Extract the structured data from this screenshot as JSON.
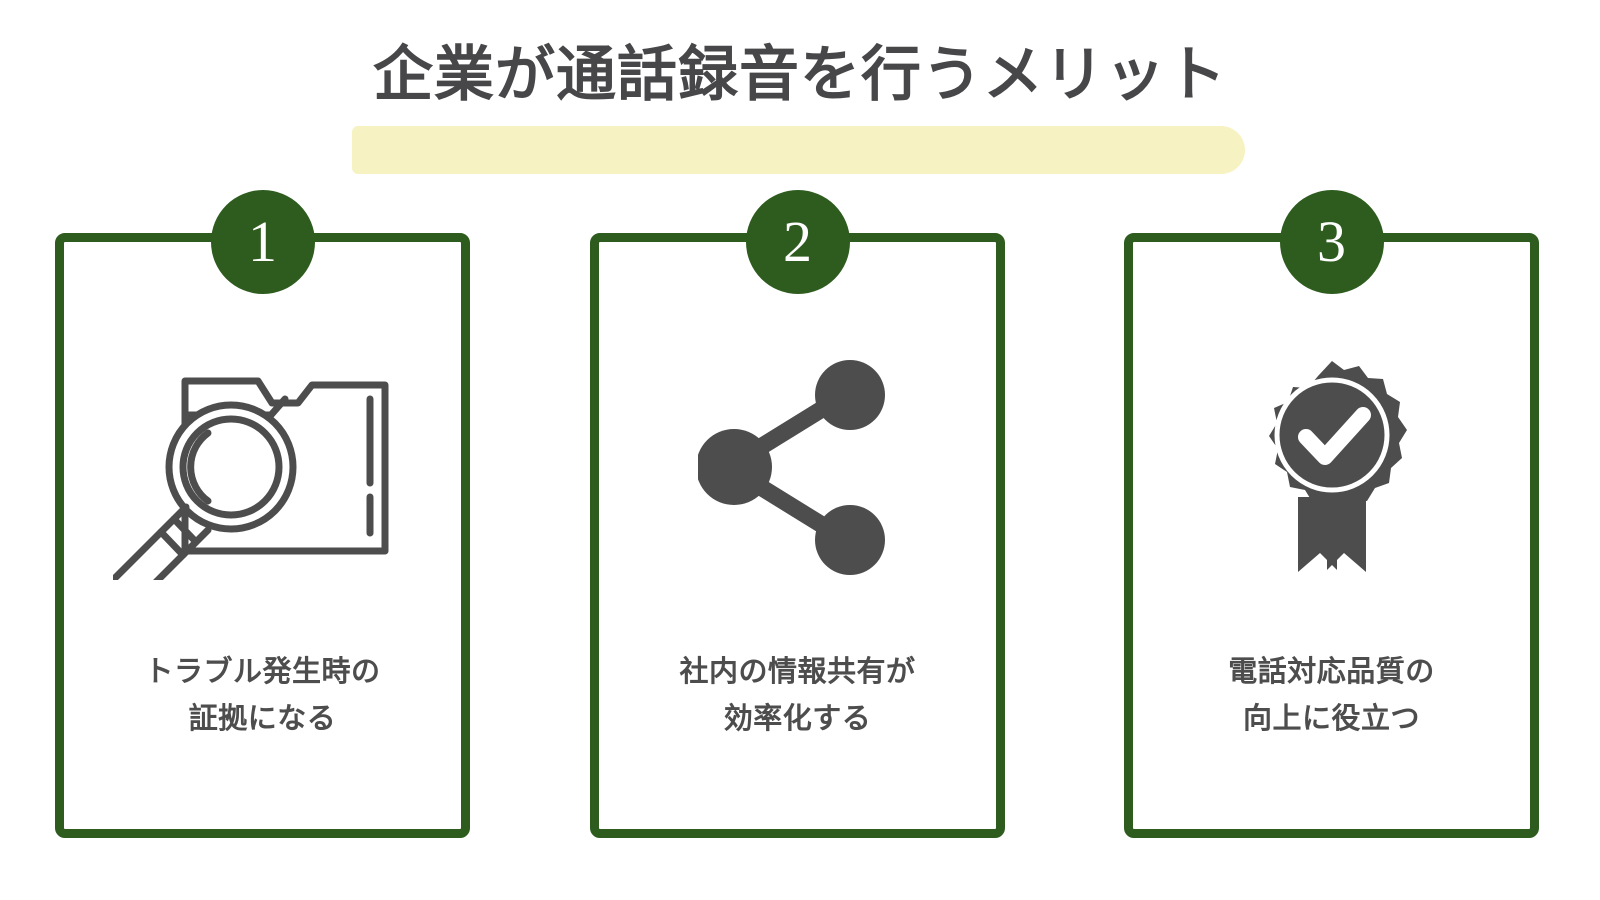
{
  "page": {
    "background_color": "#ffffff",
    "accent_green": "#2d5c1e",
    "highlight_yellow": "#f7f2c1",
    "icon_gray": "#4d4d4d",
    "text_gray": "#47474a"
  },
  "header": {
    "title": "企業が通話録音を行うメリット",
    "highlight_color": "#f7f2c1"
  },
  "cards": [
    {
      "number": "1",
      "icon": "folder-magnifier-icon",
      "caption_line1": "トラブル発生時の",
      "caption_line2": "証拠になる"
    },
    {
      "number": "2",
      "icon": "share-nodes-icon",
      "caption_line1": "社内の情報共有が",
      "caption_line2": "効率化する"
    },
    {
      "number": "3",
      "icon": "award-ribbon-check-icon",
      "caption_line1": "電話対応品質の",
      "caption_line2": "向上に役立つ"
    }
  ]
}
